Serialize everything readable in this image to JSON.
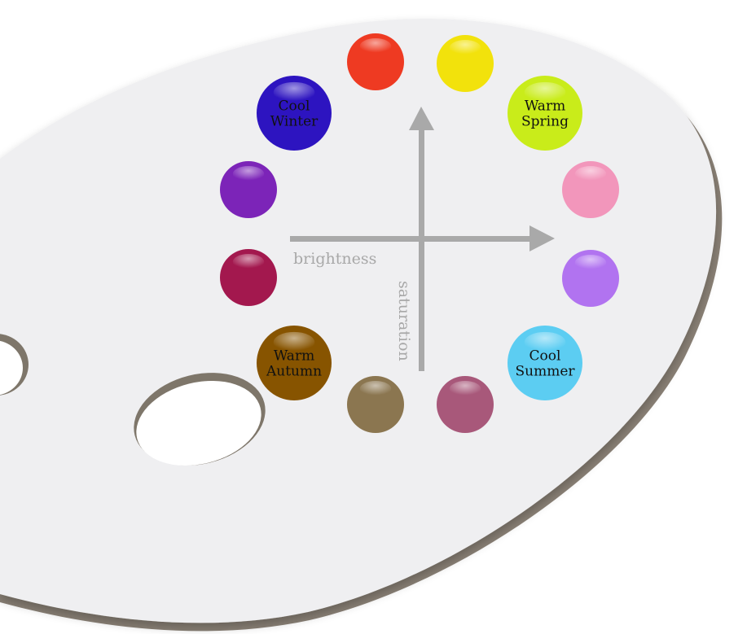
{
  "axes": {
    "horizontal_label": "brightness",
    "vertical_label": "saturation",
    "color": "#a9a9a9"
  },
  "palette": {
    "surface_color": "#efeff1",
    "edge_color": "#8a8176"
  },
  "swatches": [
    {
      "color": "#ee3a22",
      "label": []
    },
    {
      "color": "#f2e20c",
      "label": []
    },
    {
      "color": "#c9ec1a",
      "label": [
        "Warm",
        "Spring"
      ]
    },
    {
      "color": "#f296bb",
      "label": []
    },
    {
      "color": "#b173f0",
      "label": []
    },
    {
      "color": "#5ccdf2",
      "label": [
        "Cool",
        "Summer"
      ]
    },
    {
      "color": "#a8587a",
      "label": []
    },
    {
      "color": "#8b7650",
      "label": []
    },
    {
      "color": "#875400",
      "label": [
        "Warm",
        "Autumn"
      ]
    },
    {
      "color": "#a3184e",
      "label": []
    },
    {
      "color": "#7c24b8",
      "label": []
    },
    {
      "color": "#2d14c0",
      "label": [
        "Cool",
        "Winter"
      ]
    }
  ]
}
